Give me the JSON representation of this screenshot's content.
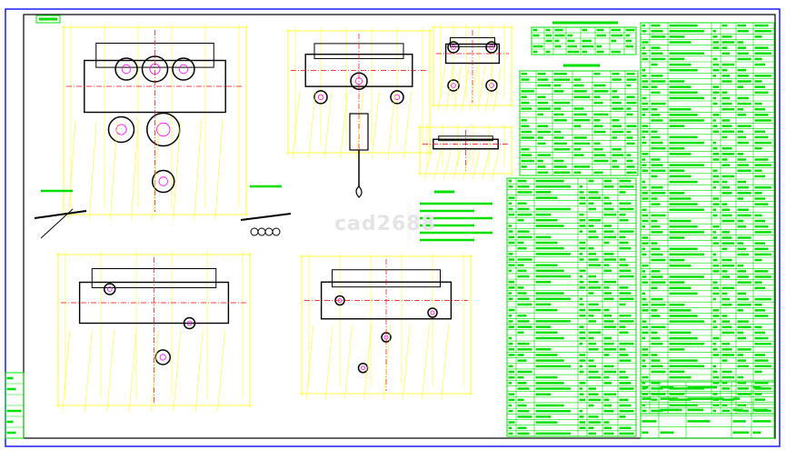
{
  "drawing": {
    "watermark": "cad2688",
    "colors": {
      "frame_outer": "#1a1aff",
      "frame_inner": "#000000",
      "table_lines": "#00e000",
      "dimension": "#ffff00",
      "center_line": "#ff0000",
      "outline": "#000000",
      "hatch": "#ff00ff"
    },
    "views": [
      {
        "id": "front-view"
      },
      {
        "id": "side-view"
      },
      {
        "id": "wheel-detail"
      },
      {
        "id": "trolley-section"
      },
      {
        "id": "left-detail"
      },
      {
        "id": "right-detail"
      },
      {
        "id": "plan-view-left"
      },
      {
        "id": "plan-view-right"
      }
    ],
    "tables": [
      {
        "id": "spec-table",
        "rows": 6,
        "cols": 7
      },
      {
        "id": "parameter-table",
        "rows": 16,
        "cols": 7
      },
      {
        "id": "parts-list-middle",
        "rows": 46,
        "cols": 6
      },
      {
        "id": "parts-list-right",
        "rows": 70,
        "cols": 7
      },
      {
        "id": "title-block",
        "rows": 5,
        "cols": 6
      }
    ]
  }
}
